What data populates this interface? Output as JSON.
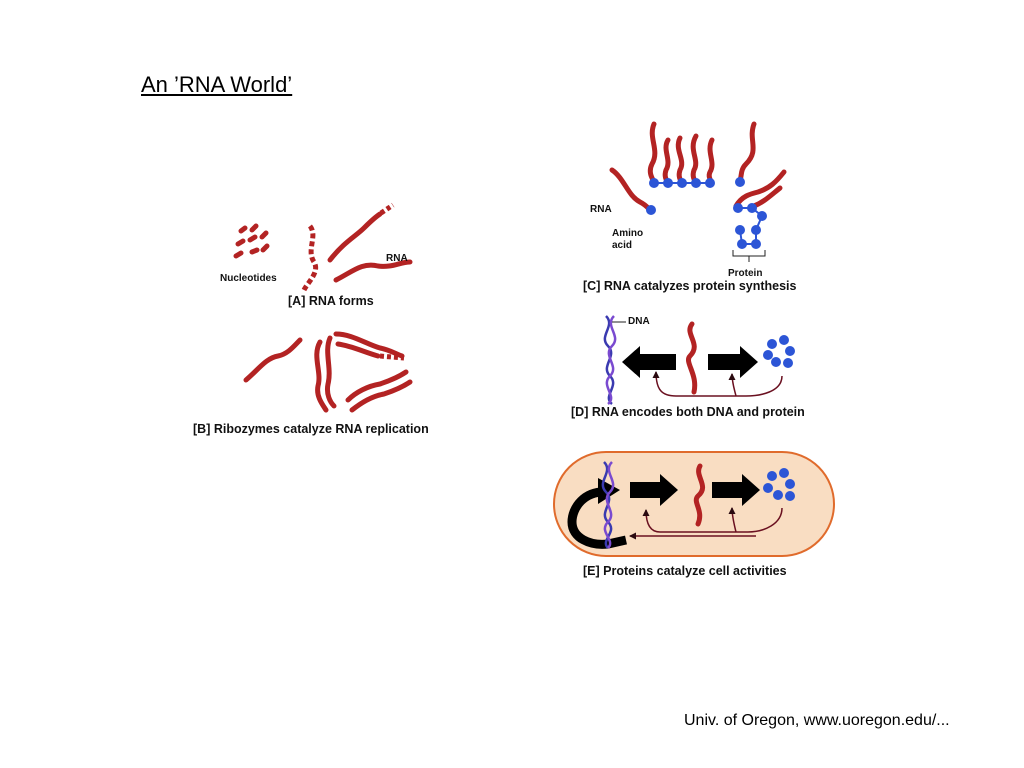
{
  "title": "An ’RNA World’",
  "footer": "Univ. of Oregon, www.uoregon.edu/...",
  "colors": {
    "rna": "#b32323",
    "amino": "#2c55d6",
    "dna": "#3a3ab0",
    "cell_fill": "#f9ddc2",
    "cell_border": "#e06b2c",
    "arrow": "#000000",
    "feedback": "#6a1020"
  },
  "panels": {
    "a": {
      "caption": "[A]  RNA forms",
      "nucleotides_label": "Nucleotides",
      "rna_label": "RNA"
    },
    "b": {
      "caption": "[B]  Ribozymes catalyze RNA replication"
    },
    "c": {
      "caption": "[C]  RNA catalyzes protein synthesis",
      "rna_label": "RNA",
      "amino_label_1": "Amino",
      "amino_label_2": "acid",
      "protein_label": "Protein"
    },
    "d": {
      "caption": "[D]  RNA encodes both DNA and protein",
      "dna_label": "DNA"
    },
    "e": {
      "caption": "[E]  Proteins catalyze cell activities"
    }
  }
}
